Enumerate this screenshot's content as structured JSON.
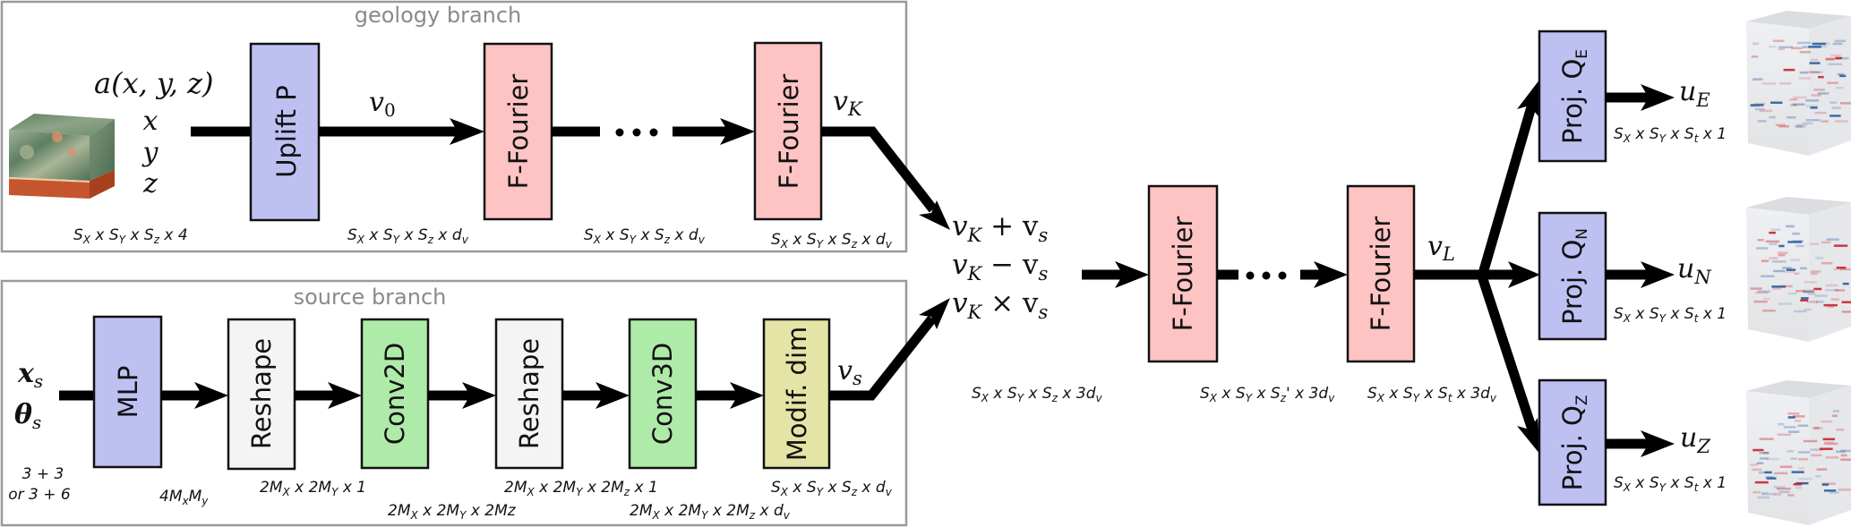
{
  "geology_branch": {
    "title": "geology branch",
    "input": {
      "function_label": "a(x, y, z)",
      "coords": [
        "x",
        "y",
        "z"
      ],
      "dims": {
        "main": "S",
        "parts": [
          [
            "S",
            "X"
          ],
          [
            "S",
            "Y"
          ],
          [
            "S",
            "z"
          ]
        ],
        "last": "4"
      }
    },
    "blocks": [
      {
        "id": "uplift",
        "label": "Uplift P",
        "color": "#bfc0f2"
      },
      {
        "id": "ffourier-1",
        "label": "F-Fourier",
        "color": "#fec3c3"
      },
      {
        "id": "ffourier-k",
        "label": "F-Fourier",
        "color": "#fec3c3"
      }
    ],
    "v0_label": {
      "base": "v",
      "sub": "0"
    },
    "vK_label": {
      "base": "v",
      "sub": "K"
    },
    "dim_labels": [
      {
        "parts": [
          [
            "S",
            "X"
          ],
          [
            "S",
            "Y"
          ],
          [
            "S",
            "z"
          ]
        ],
        "last": "d",
        "last_sub": "v"
      },
      {
        "parts": [
          [
            "S",
            "X"
          ],
          [
            "S",
            "Y"
          ],
          [
            "S",
            "z"
          ]
        ],
        "last": "d",
        "last_sub": "v"
      },
      {
        "parts": [
          [
            "S",
            "X"
          ],
          [
            "S",
            "Y"
          ],
          [
            "S",
            "z"
          ]
        ],
        "last": "d",
        "last_sub": "v"
      }
    ]
  },
  "source_branch": {
    "title": "source branch",
    "inputs": [
      {
        "base": "x",
        "sub": "s"
      },
      {
        "base": "θ",
        "sub": "s"
      }
    ],
    "input_dims": [
      "3 + 3",
      "or 3 + 6"
    ],
    "blocks": [
      {
        "id": "mlp",
        "label": "MLP",
        "color": "#bfc0f2"
      },
      {
        "id": "reshape-1",
        "label": "Reshape",
        "color": "#f4f4f4"
      },
      {
        "id": "conv2d",
        "label": "Conv2D",
        "color": "#aeeaa8"
      },
      {
        "id": "reshape-2",
        "label": "Reshape",
        "color": "#f4f4f4"
      },
      {
        "id": "conv3d",
        "label": "Conv3D",
        "color": "#aeeaa8"
      },
      {
        "id": "modif-dim",
        "label": "Modif. dim",
        "color": "#e4e4a6"
      }
    ],
    "vs_label": {
      "base": "v",
      "sub": "s"
    },
    "dim_labels": {
      "mlp_out": "4MₓMᵧ",
      "reshape1_out": "2M_X x 2M_y x 1",
      "conv2d_out": "2M_X x 2M_y x 2Mz",
      "reshape2_out": "2M_X x 2M_y x 2M_z x 1",
      "conv3d_out": "2M_X x 2M_y x 2M_z x d_v",
      "modif_out": "S_X x S_y x S_z x d_v"
    }
  },
  "fusion": {
    "expressions": [
      "vK + vs",
      "vK − vs",
      "vK × vs"
    ],
    "ops": [
      "+",
      "−",
      "×"
    ],
    "dim_label": "S_X x S_y x S_z x 3d_v"
  },
  "decoder": {
    "blocks": [
      {
        "id": "ffourier-fused-1",
        "label": "F-Fourier",
        "color": "#fec3c3"
      },
      {
        "id": "ffourier-fused-L",
        "label": "F-Fourier",
        "color": "#fec3c3"
      }
    ],
    "vL_label": {
      "base": "v",
      "sub": "L"
    },
    "dim_labels": [
      "S_X x S_y x S_z' x 3d_v",
      "S_X x S_y x S_t x 3d_v"
    ]
  },
  "projections": [
    {
      "id": "proj-e",
      "label": "Proj. Q",
      "sub": "E",
      "output": {
        "base": "u",
        "sub": "E"
      },
      "dims": "S_X x S_y x S_t x 1",
      "color": "#bfc0f2"
    },
    {
      "id": "proj-n",
      "label": "Proj. Q",
      "sub": "N",
      "output": {
        "base": "u",
        "sub": "N"
      },
      "dims": "S_X x S_y x S_t x 1",
      "color": "#bfc0f2"
    },
    {
      "id": "proj-z",
      "label": "Proj. Q",
      "sub": "Z",
      "output": {
        "base": "u",
        "sub": "Z"
      },
      "dims": "S_X x S_y x S_t x 1",
      "color": "#bfc0f2"
    }
  ],
  "ellipsis": "…",
  "colors": {
    "seismic_red": "#c8242c",
    "seismic_blue": "#2a5e9e",
    "geology_green": "#6b8a6d",
    "geology_orange": "#c4552e"
  }
}
